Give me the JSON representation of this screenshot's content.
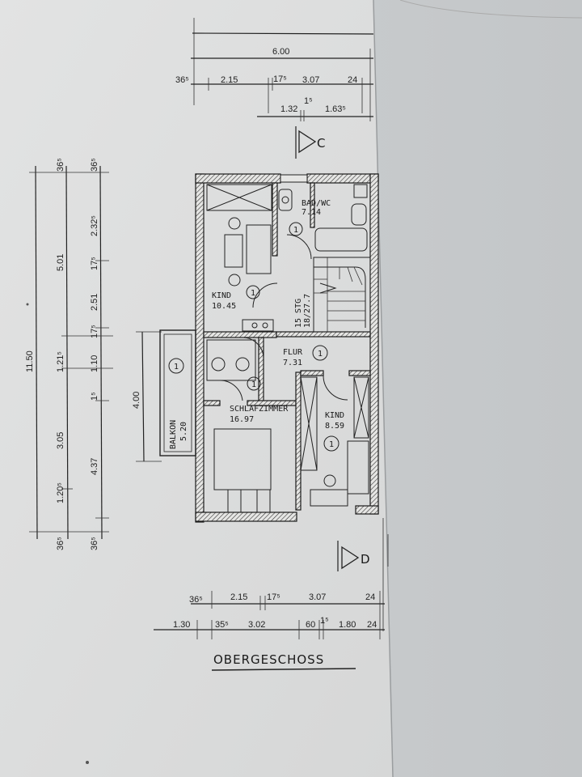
{
  "plan": {
    "title": "OBERGESCHOSS",
    "section_marks": [
      "C",
      "D"
    ],
    "rooms": [
      {
        "id": "bad",
        "name": "BAD/WC",
        "area": "7.14"
      },
      {
        "id": "kind1",
        "name": "KIND",
        "area": "10.45",
        "num": "1"
      },
      {
        "id": "stairs",
        "name": "15 STG",
        "area": "18/27.7"
      },
      {
        "id": "flur",
        "name": "FLUR",
        "area": "7.31",
        "num": "1"
      },
      {
        "id": "schlaf",
        "name": "SCHLAFZIMMER",
        "area": "16.97",
        "num": "1"
      },
      {
        "id": "kind2",
        "name": "KIND",
        "area": "8.59",
        "num": "1"
      },
      {
        "id": "balkon",
        "name": "BALKON",
        "area": "5.20",
        "num": "1"
      }
    ],
    "dims_top": {
      "overall": "6.00",
      "row": [
        "36⁵",
        "2.15",
        "17⁵",
        "3.07",
        "24"
      ],
      "sub": [
        "1.32",
        "1⁵",
        "1.63⁵"
      ]
    },
    "dims_left": {
      "overall": "11.50",
      "col_a": [
        "36⁵",
        "5.01",
        "1.21⁵",
        "3.05",
        "1.20⁵",
        "36⁵"
      ],
      "col_b": [
        "36⁵",
        "2.32⁵",
        "17⁵",
        "2.51",
        "17⁵",
        "1.10",
        "1⁵",
        "4.37",
        "36⁵"
      ],
      "balkon": "4.00"
    },
    "dims_bottom": {
      "row1": [
        "36⁵",
        "2.15",
        "17⁵",
        "3.07",
        "24"
      ],
      "row2": [
        "1.30",
        "35⁵",
        "3.02",
        "60",
        "1⁵",
        "1.80",
        "24"
      ]
    }
  }
}
